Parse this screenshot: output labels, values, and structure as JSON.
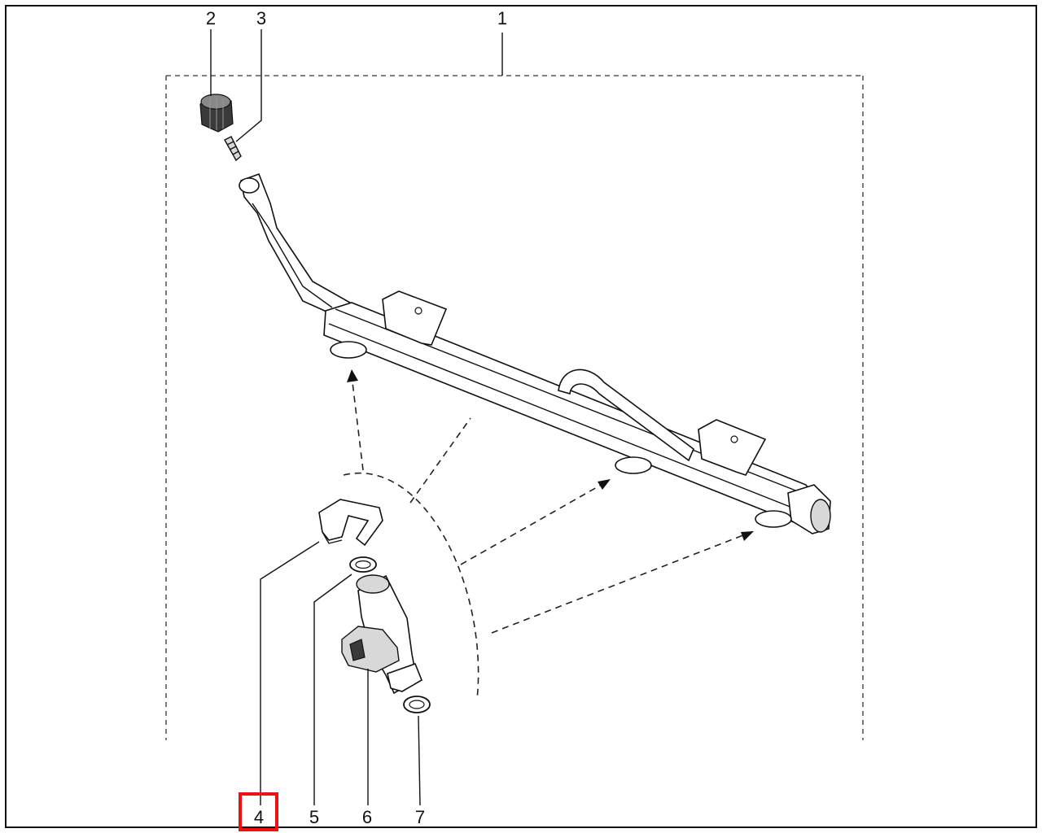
{
  "diagram": {
    "highlighted_callout": "4",
    "highlight_color": "#ee1111",
    "callouts": [
      {
        "id": "1",
        "label": "1",
        "part": "fuel-rail-assembly"
      },
      {
        "id": "2",
        "label": "2",
        "part": "cap"
      },
      {
        "id": "3",
        "label": "3",
        "part": "schrader-valve"
      },
      {
        "id": "4",
        "label": "4",
        "part": "injector-clip"
      },
      {
        "id": "5",
        "label": "5",
        "part": "upper-o-ring"
      },
      {
        "id": "6",
        "label": "6",
        "part": "fuel-injector"
      },
      {
        "id": "7",
        "label": "7",
        "part": "lower-o-ring"
      }
    ]
  }
}
